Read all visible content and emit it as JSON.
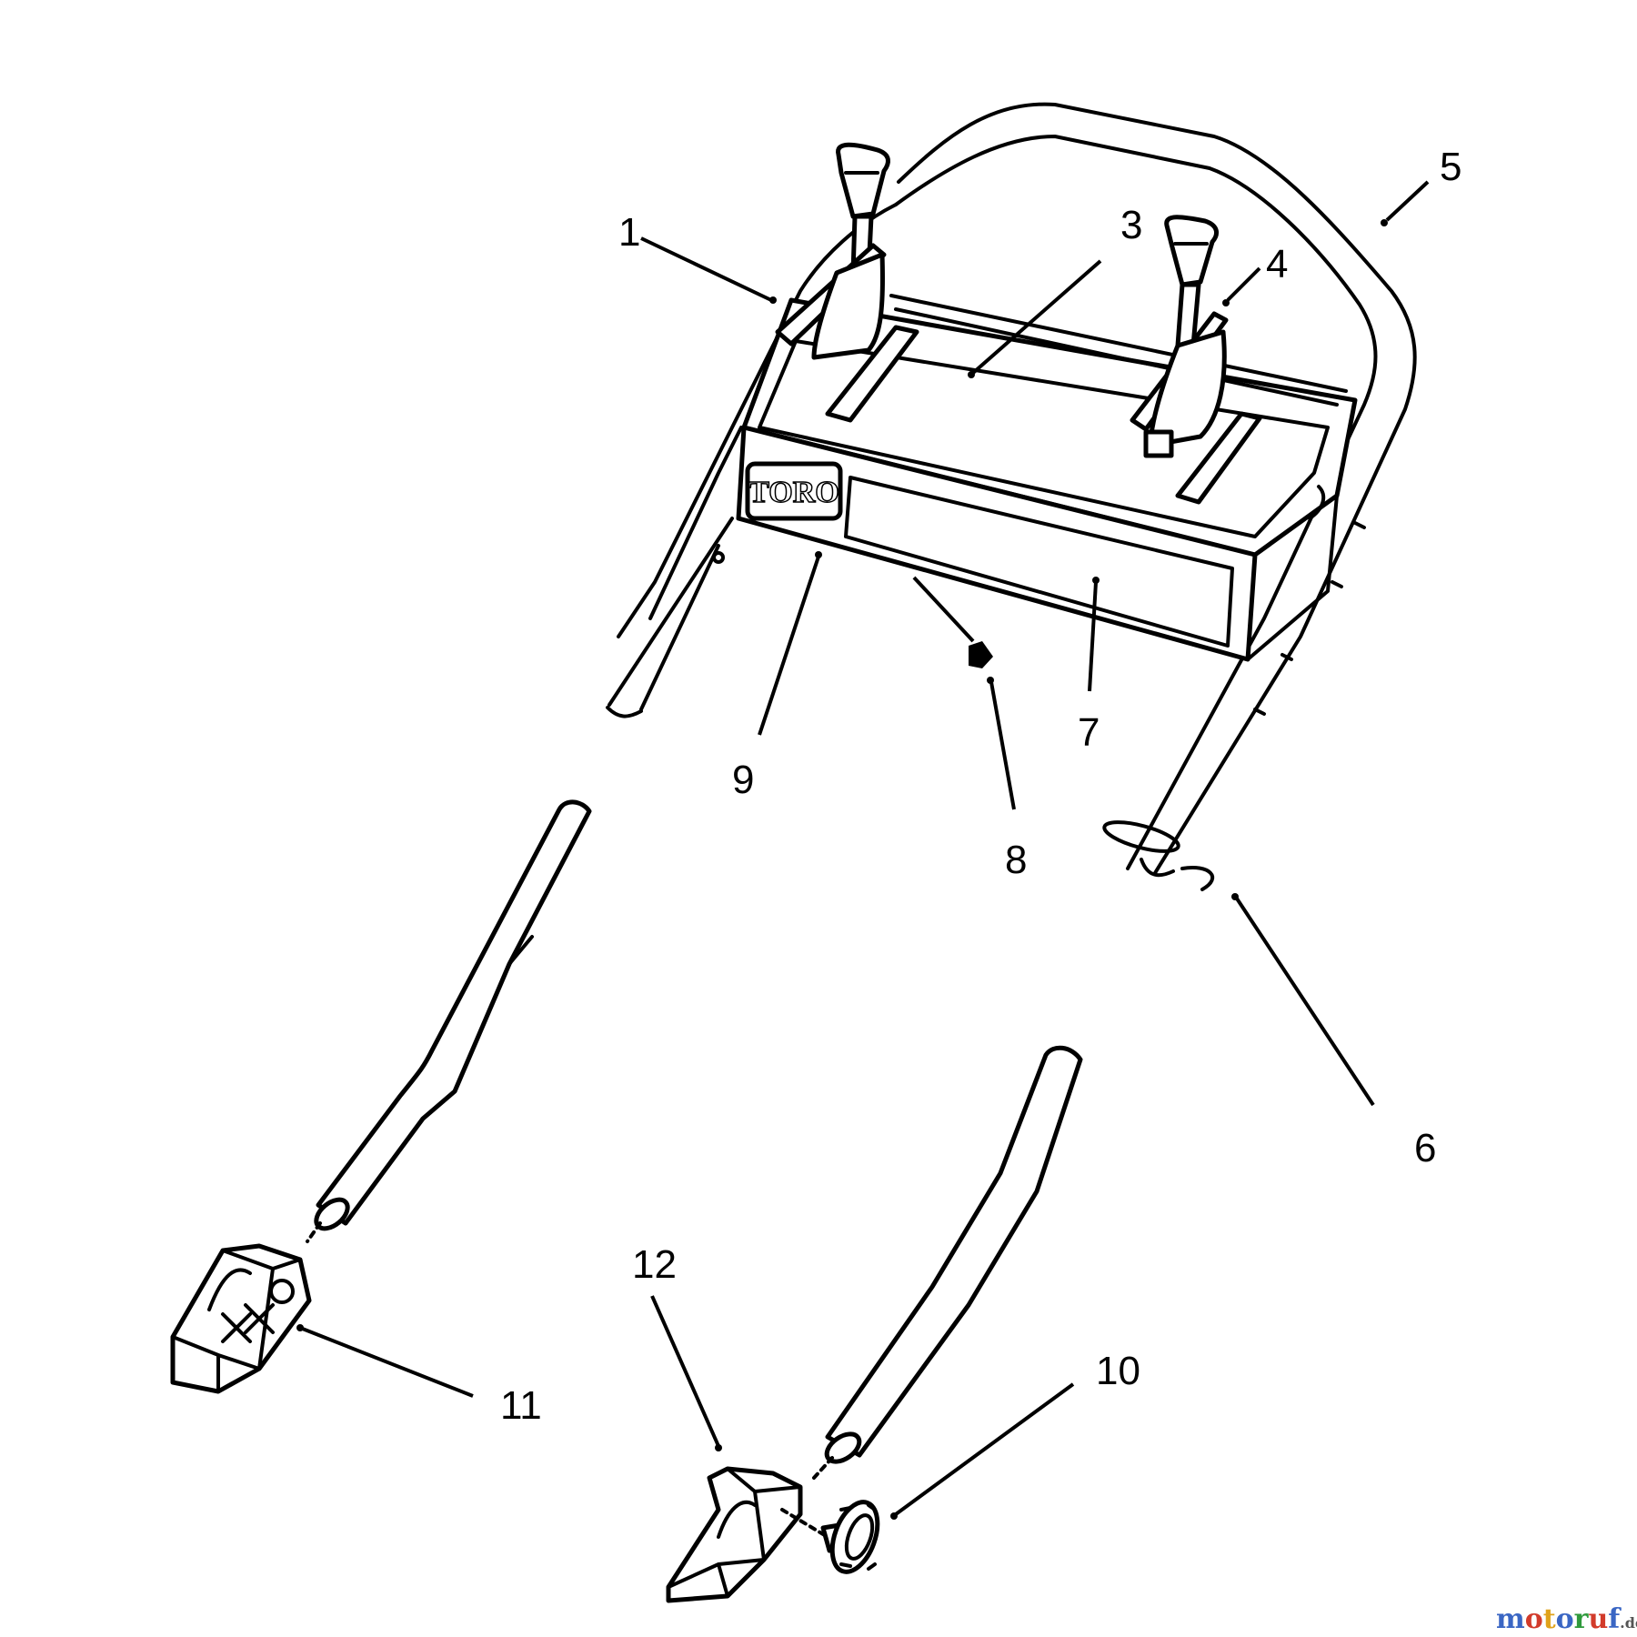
{
  "diagram": {
    "brand_label": "TORO",
    "callouts": [
      "1",
      "3",
      "4",
      "5",
      "7",
      "9",
      "8",
      "6",
      "11",
      "12",
      "10"
    ],
    "watermark": {
      "letters": [
        "m",
        "o",
        "t",
        "o",
        "r",
        "u",
        "f"
      ],
      "suffix": ".de",
      "colors": [
        "#3a66c4",
        "#d23b2b",
        "#e0a21a",
        "#3a66c4",
        "#2f9a3c",
        "#d23b2b",
        "#3a66c4"
      ]
    }
  }
}
